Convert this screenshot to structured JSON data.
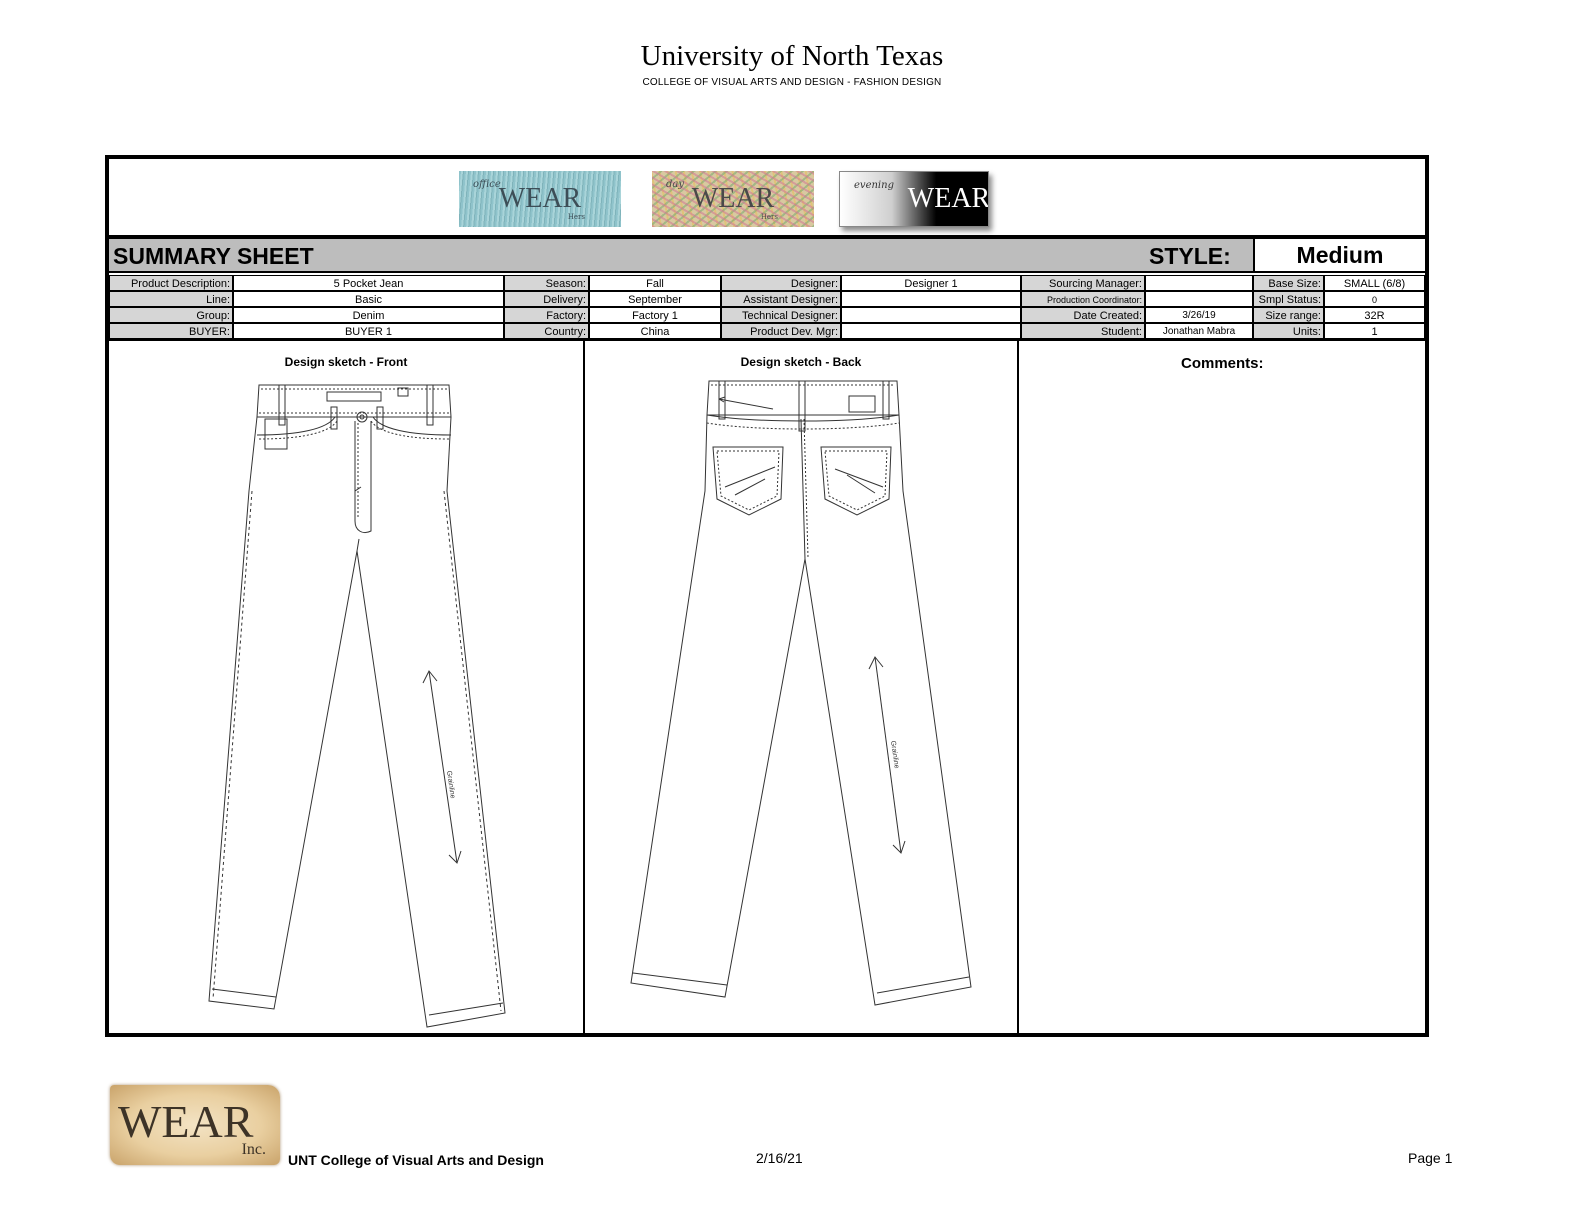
{
  "header": {
    "title": "University of North Texas",
    "subtitle": "COLLEGE OF VISUAL ARTS AND DESIGN - FASHION DESIGN"
  },
  "logos": {
    "office": {
      "script": "office",
      "word": "WEAR",
      "small": "Hers"
    },
    "day": {
      "script": "day",
      "word": "WEAR",
      "small": "Hers"
    },
    "evening": {
      "script": "evening",
      "word": "WEAR"
    }
  },
  "summary": {
    "title": "SUMMARY SHEET",
    "style_label": "STYLE:",
    "style_value": "Medium"
  },
  "info": {
    "rows": [
      {
        "c1l": "Product Description:",
        "c1v": "5 Pocket Jean",
        "c2l": "Season:",
        "c2v": "Fall",
        "c3l": "Designer:",
        "c3v": "Designer 1",
        "c4l": "Sourcing Manager:",
        "c4v": "",
        "c5l": "Base Size:",
        "c5v": "SMALL (6/8)"
      },
      {
        "c1l": "Line:",
        "c1v": "Basic",
        "c2l": "Delivery:",
        "c2v": "September",
        "c3l": "Assistant Designer:",
        "c3v": "",
        "c4l": "Production Coordinator:",
        "c4v": "",
        "c5l": "Smpl Status:",
        "c5v": "0"
      },
      {
        "c1l": "Group:",
        "c1v": "Denim",
        "c2l": "Factory:",
        "c2v": "Factory 1",
        "c3l": "Technical Designer:",
        "c3v": "",
        "c4l": "Date Created:",
        "c4v": "3/26/19",
        "c5l": "Size range:",
        "c5v": "32R"
      },
      {
        "c1l": "BUYER:",
        "c1v": "BUYER 1",
        "c2l": "Country:",
        "c2v": "China",
        "c3l": "Product Dev. Mgr:",
        "c3v": "",
        "c4l": "Student:",
        "c4v": "Jonathan Mabra",
        "c5l": "Units:",
        "c5v": "1"
      }
    ]
  },
  "panels": {
    "front_title": "Design sketch - Front",
    "back_title": "Design sketch - Back",
    "comments_title": "Comments:",
    "grainline": "Grainline"
  },
  "footer": {
    "logo_word": "WEAR",
    "logo_inc": "Inc.",
    "org": "UNT College of Visual Arts and Design",
    "date": "2/16/21",
    "page": "Page 1"
  }
}
